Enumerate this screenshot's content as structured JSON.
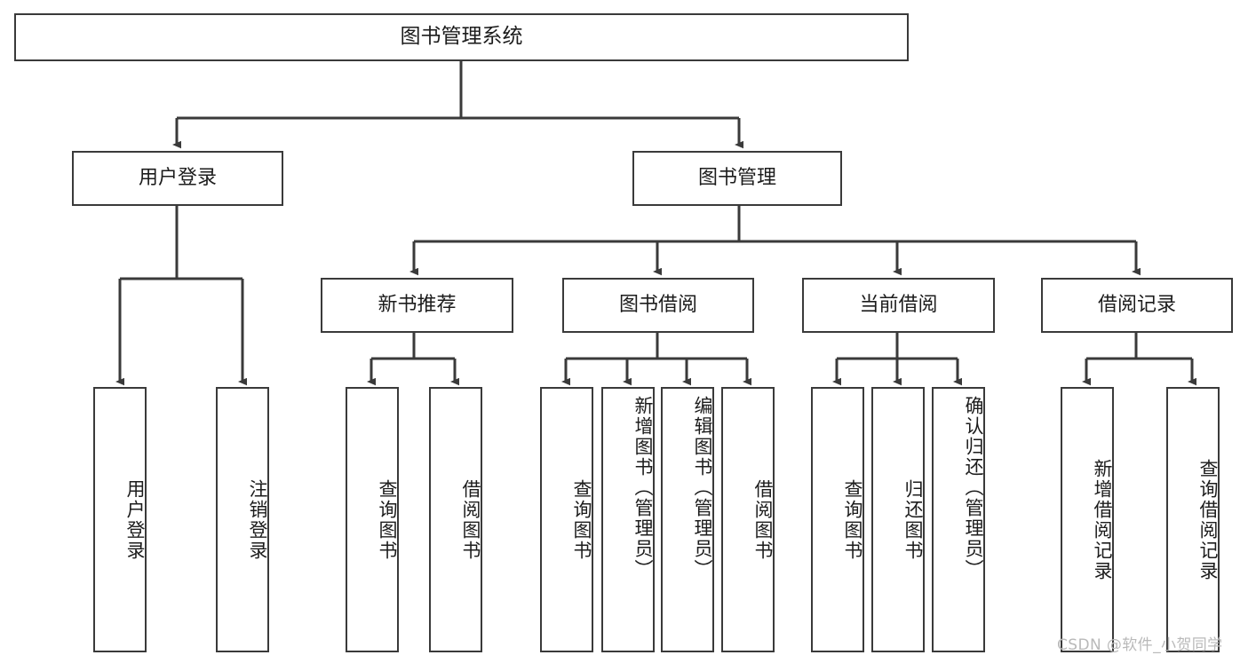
{
  "diagram": {
    "type": "tree-hierarchy",
    "title": "图书管理系统",
    "line_color": "#3a3a3a",
    "box_fill": "#ffffff",
    "text_color": "#1c1c1c",
    "watermark": "CSDN @软件_小贺同学",
    "nodes": {
      "root": {
        "label": "图书管理系统"
      },
      "level1": [
        {
          "id": "user-login",
          "label": "用户登录"
        },
        {
          "id": "book-management",
          "label": "图书管理"
        }
      ],
      "level2": [
        {
          "id": "new-book-recommend",
          "label": "新书推荐",
          "parent": "book-management"
        },
        {
          "id": "book-borrow",
          "label": "图书借阅",
          "parent": "book-management"
        },
        {
          "id": "current-borrow",
          "label": "当前借阅",
          "parent": "book-management"
        },
        {
          "id": "borrow-record",
          "label": "借阅记录",
          "parent": "book-management"
        }
      ],
      "leaves": [
        {
          "id": "leaf-user-login",
          "label": "用户登录",
          "parent": "user-login"
        },
        {
          "id": "leaf-user-logout",
          "label": "注销登录",
          "parent": "user-login"
        },
        {
          "id": "leaf-query-book-1",
          "label": "查询图书",
          "parent": "new-book-recommend"
        },
        {
          "id": "leaf-borrow-book-1",
          "label": "借阅图书",
          "parent": "new-book-recommend"
        },
        {
          "id": "leaf-query-book-2",
          "label": "查询图书",
          "parent": "book-borrow"
        },
        {
          "id": "leaf-add-book",
          "label": "新增图书（管理员）",
          "parent": "book-borrow"
        },
        {
          "id": "leaf-edit-book",
          "label": "编辑图书（管理员）",
          "parent": "book-borrow"
        },
        {
          "id": "leaf-borrow-book-2",
          "label": "借阅图书",
          "parent": "book-borrow"
        },
        {
          "id": "leaf-query-book-3",
          "label": "查询图书",
          "parent": "current-borrow"
        },
        {
          "id": "leaf-return-book",
          "label": "归还图书",
          "parent": "current-borrow"
        },
        {
          "id": "leaf-confirm-return",
          "label": "确认归还（管理员）",
          "parent": "current-borrow"
        },
        {
          "id": "leaf-add-record",
          "label": "新增借阅记录",
          "parent": "borrow-record"
        },
        {
          "id": "leaf-query-record",
          "label": "查询借阅记录",
          "parent": "borrow-record"
        }
      ]
    }
  }
}
